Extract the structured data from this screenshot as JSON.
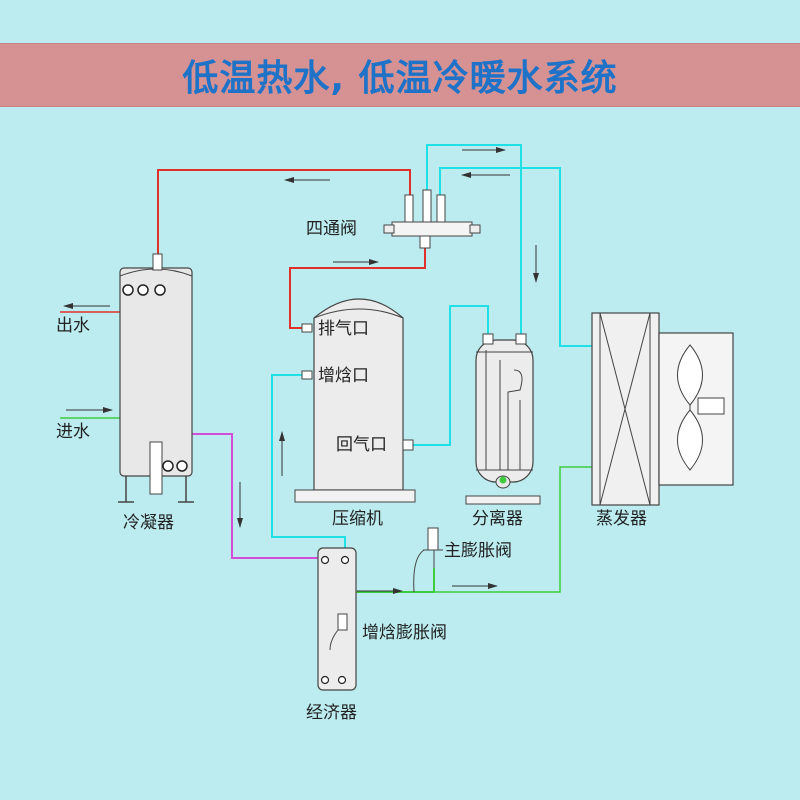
{
  "title": "低温热水, 低温冷暖水系统",
  "labels": {
    "four_way_valve": "四通阀",
    "water_out": "出水",
    "water_in": "进水",
    "condenser": "冷凝器",
    "discharge_port": "排气口",
    "injection_port": "增焓口",
    "suction_port": "回气口",
    "compressor": "压缩机",
    "separator": "分离器",
    "evaporator": "蒸发器",
    "main_expansion_valve": "主膨胀阀",
    "evi_expansion_valve": "增焓膨胀阀",
    "economizer": "经济器"
  },
  "colors": {
    "background": "#bcecef",
    "title_bar": "#d69193",
    "title_text": "#1e73c8",
    "hot_gas_line": "#e0302c",
    "suction_line": "#1ee0e6",
    "liquid_line": "#3ecc3e",
    "injection_line": "#d24ed6"
  }
}
